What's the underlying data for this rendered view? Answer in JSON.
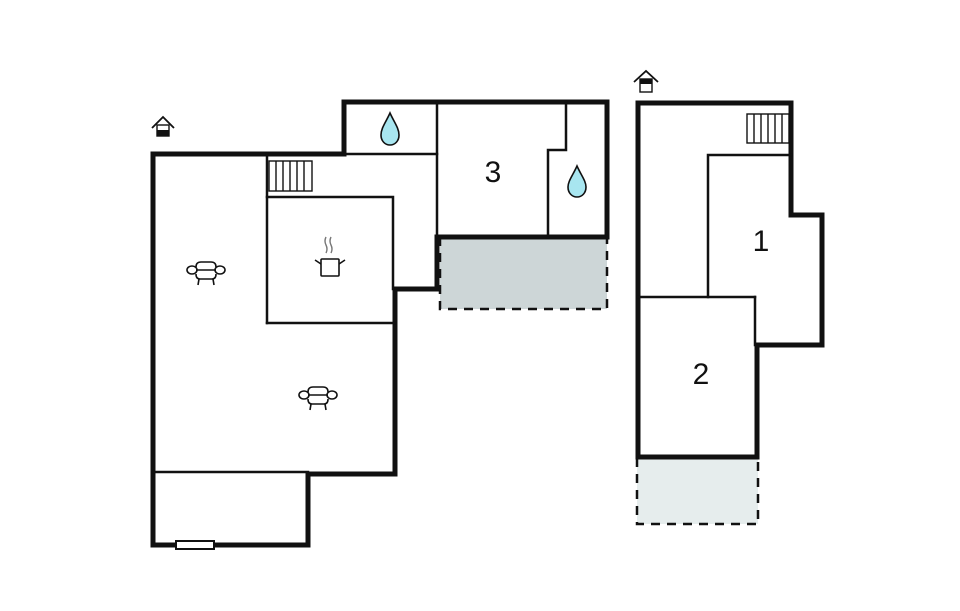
{
  "diagram": {
    "type": "floor-plan",
    "floors": [
      {
        "name": "ground-floor",
        "entrance_icon": "house-entrance-icon",
        "rooms": [
          {
            "id": "living-room-1",
            "icon": "sofa-icon"
          },
          {
            "id": "kitchen",
            "icon": "cooking-pot-icon"
          },
          {
            "id": "living-room-2",
            "icon": "sofa-icon"
          },
          {
            "id": "bathroom-1",
            "icon": "water-drop-icon"
          },
          {
            "id": "bedroom-3",
            "label": "3"
          },
          {
            "id": "bathroom-2",
            "icon": "water-drop-icon"
          },
          {
            "id": "terrace-1",
            "style": "dashed-shaded"
          },
          {
            "id": "stairs-1",
            "icon": "stairs-icon"
          },
          {
            "id": "porch",
            "door": "front-door"
          }
        ]
      },
      {
        "name": "upper-floor",
        "entrance_icon": "house-entrance-icon",
        "rooms": [
          {
            "id": "bedroom-1",
            "label": "1"
          },
          {
            "id": "bedroom-2",
            "label": "2"
          },
          {
            "id": "stairs-2",
            "icon": "stairs-icon"
          },
          {
            "id": "balcony",
            "style": "dashed-shaded"
          }
        ]
      }
    ],
    "labels": {
      "room1": "1",
      "room2": "2",
      "room3": "3"
    },
    "colors": {
      "wall": "#111111",
      "terrace_fill": "#cdd6d7",
      "balcony_fill": "#e6eded",
      "water_drop": "#a8e6f0",
      "background": "#ffffff"
    }
  }
}
